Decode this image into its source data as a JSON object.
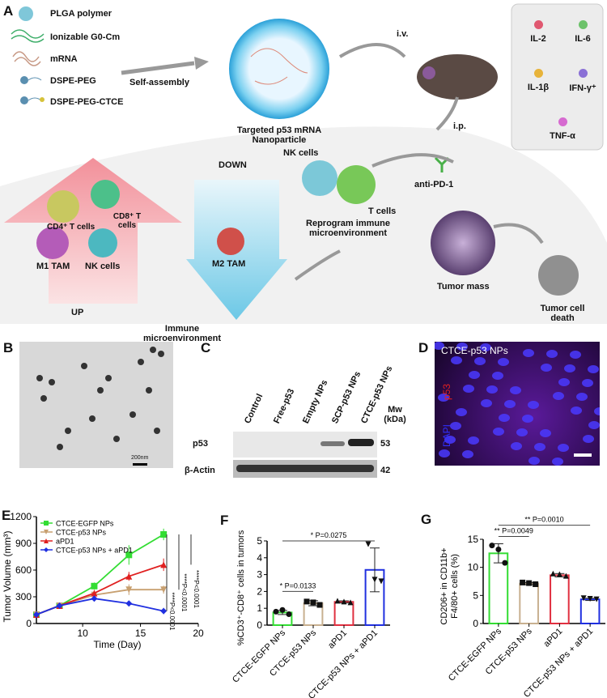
{
  "panelA": {
    "label": "A",
    "components": [
      {
        "name": "PLGA polymer",
        "icon": "sphere-icon",
        "color": "#7fc7d9"
      },
      {
        "name": "Ionizable G0-Cm",
        "icon": "lipid-icon",
        "color": "#3fae6a"
      },
      {
        "name": "mRNA",
        "icon": "mrna-icon",
        "color": "#c89a86"
      },
      {
        "name": "DSPE-PEG",
        "icon": "peg-icon",
        "color": "#5a8fb0"
      },
      {
        "name": "DSPE-PEG-CTCE",
        "icon": "peg-ctce-icon",
        "color": "#d6c23a"
      }
    ],
    "self_assembly": "Self-assembly",
    "nanoparticle": "Targeted p53 mRNA Nanoparticle",
    "iv": "i.v.",
    "ip": "i.p.",
    "anti_pd1": "anti-PD-1",
    "cytokines": [
      {
        "name": "IL-2",
        "color": "#e05870"
      },
      {
        "name": "IL-6",
        "color": "#6cc26a"
      },
      {
        "name": "IL-1β",
        "color": "#e7b33a"
      },
      {
        "name": "IFN-γ⁺",
        "color": "#8a70d6"
      },
      {
        "name": "TNF-α",
        "color": "#d66ad0"
      }
    ],
    "up": "UP",
    "down": "DOWN",
    "up_cells": [
      "CD4⁺ T cells",
      "CD8⁺ T cells",
      "M1 TAM",
      "NK cells"
    ],
    "down_cells": [
      "M2 TAM"
    ],
    "immune_env": "Immune microenvironment",
    "nk": "NK cells",
    "tcells": "T cells",
    "reprogram": "Reprogram immune microenvironment",
    "tumor_mass": "Tumor mass",
    "tumor_death": "Tumor cell death"
  },
  "panelB": {
    "label": "B",
    "scale": "200nm"
  },
  "panelC": {
    "label": "C",
    "lanes": [
      "Control",
      "Free-p53",
      "Empty NPs",
      "SCP-p53 NPs",
      "CTCE-p53 NPs"
    ],
    "mw": "Mw (kDa)",
    "rows": [
      {
        "protein": "p53",
        "mw": "53"
      },
      {
        "protein": "β-Actin",
        "mw": "42"
      }
    ]
  },
  "panelD": {
    "label": "D",
    "title": "CTCE-p53 NPs",
    "stain1": "p53",
    "stain2": "DAPI"
  },
  "chart_data": [
    {
      "panel": "E",
      "type": "line",
      "xlabel": "Time (Day)",
      "ylabel": "Tumor Volume (mm³)",
      "xlim": [
        6,
        20
      ],
      "ylim": [
        0,
        1200
      ],
      "xticks": [
        10,
        15,
        20
      ],
      "yticks": [
        0,
        300,
        600,
        900,
        1200
      ],
      "legend": "top-left",
      "x": [
        6,
        8,
        11,
        14,
        17
      ],
      "series": [
        {
          "name": "CTCE-EGFP NPs",
          "color": "#33dd33",
          "marker": "square",
          "values": [
            100,
            200,
            420,
            770,
            1000
          ],
          "err": [
            10,
            15,
            40,
            110,
            65
          ]
        },
        {
          "name": "CTCE-p53 NPs",
          "color": "#c8a070",
          "marker": "tri-down",
          "values": [
            100,
            200,
            320,
            380,
            380
          ],
          "err": [
            10,
            15,
            30,
            60,
            45
          ]
        },
        {
          "name": "aPD1",
          "color": "#e02020",
          "marker": "tri-up",
          "values": [
            100,
            200,
            340,
            530,
            660
          ],
          "err": [
            10,
            15,
            35,
            50,
            70
          ]
        },
        {
          "name": "CTCE-p53 NPs + aPD1",
          "color": "#2030e0",
          "marker": "diamond",
          "values": [
            100,
            200,
            280,
            225,
            140
          ],
          "err": [
            10,
            15,
            25,
            25,
            35
          ]
        }
      ],
      "annotations": [
        "****P<0.0001",
        "****P<0.0001",
        "****P<0.0001"
      ]
    },
    {
      "panel": "F",
      "type": "bar",
      "ylabel": "%CD3⁺-CD8⁺ cells in tumors",
      "ylim": [
        0,
        5
      ],
      "yticks": [
        0,
        1,
        2,
        3,
        4,
        5
      ],
      "categories": [
        "CTCE-EGFP NPs",
        "CTCE-p53 NPs",
        "aPD1",
        "CTCE-p53 NPs + aPD1"
      ],
      "colors": [
        "#33dd33",
        "#c8b090",
        "#e03040",
        "#2030e0"
      ],
      "values": [
        0.75,
        1.3,
        1.38,
        3.28
      ],
      "err": [
        0.12,
        0.15,
        0.06,
        1.3
      ],
      "points": [
        [
          0.8,
          0.9,
          0.65
        ],
        [
          1.4,
          1.35,
          1.2
        ],
        [
          1.45,
          1.4,
          1.35
        ],
        [
          4.8,
          2.7,
          2.6
        ]
      ],
      "markers": [
        "circle",
        "square",
        "tri-up",
        "tri-down"
      ],
      "annotations": [
        {
          "text": "* P=0.0133",
          "from": 0,
          "to": 1,
          "y": 2.0
        },
        {
          "text": "* P=0.0275",
          "from": 0,
          "to": 3,
          "y": 5.0
        }
      ]
    },
    {
      "panel": "G",
      "type": "bar",
      "ylabel": "CD206+ in CD11b+ F4/80+ cells (%)",
      "ylim": [
        0,
        15
      ],
      "yticks": [
        0,
        5,
        10,
        15
      ],
      "categories": [
        "CTCE-EGFP NPs",
        "CTCE-p53 NPs",
        "aPD1",
        "CTCE-p53 NPs + aPD1"
      ],
      "colors": [
        "#33dd33",
        "#c8b090",
        "#e03040",
        "#2030e0"
      ],
      "values": [
        12.5,
        7.1,
        8.6,
        4.3
      ],
      "err": [
        1.7,
        0.2,
        0.3,
        0.2
      ],
      "points": [
        [
          13.9,
          13.2,
          10.8
        ],
        [
          7.3,
          7.2,
          7.0
        ],
        [
          8.9,
          8.8,
          8.5
        ],
        [
          4.5,
          4.4,
          4.3
        ]
      ],
      "markers": [
        "circle",
        "square",
        "tri-up",
        "tri-down"
      ],
      "annotations": [
        {
          "text": "** P=0.0049",
          "from": 0,
          "to": 1,
          "y": 15.5
        },
        {
          "text": "** P=0.0010",
          "from": 0,
          "to": 3,
          "y": 17.5
        }
      ]
    }
  ]
}
